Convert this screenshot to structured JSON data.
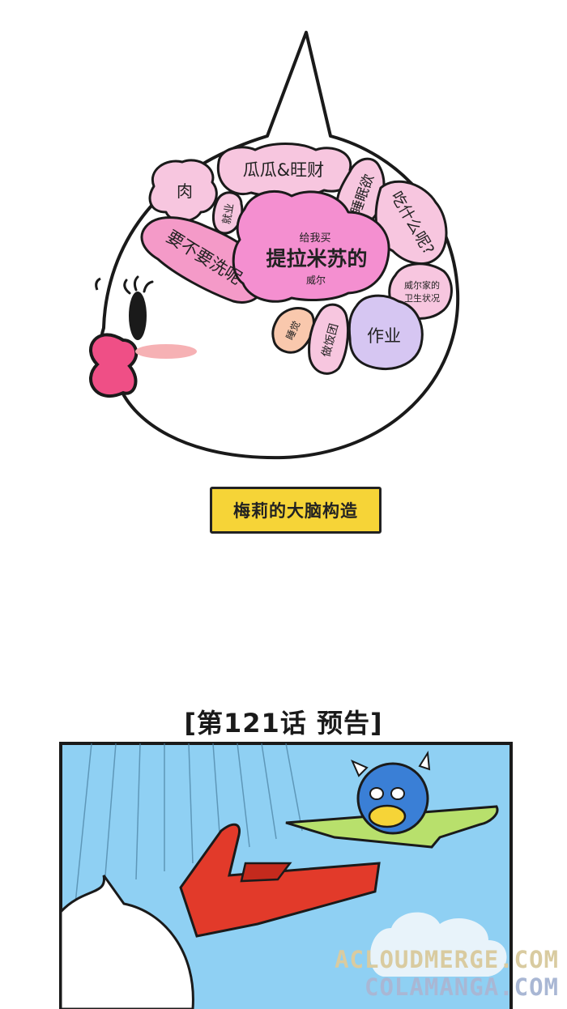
{
  "brain": {
    "regions": {
      "meat": "肉",
      "guagua_wangcai": "瓜瓜&旺财",
      "appetite_for_sleep": "睡眠欲",
      "what_to_eat": "吃什么呢?",
      "employment": "就业",
      "bath": "要不要洗呢",
      "tiramisu_top": "给我买",
      "tiramisu_main": "提拉米苏的",
      "tiramisu_bottom": "威尔",
      "hygiene_line1": "威尔家的",
      "hygiene_line2": "卫生状况",
      "sleep": "睡觉",
      "cook": "做饭团",
      "homework": "作业"
    },
    "colors": {
      "pink_light": "#f7c6df",
      "pink_mid": "#f49ac8",
      "pink_strong": "#f48fd0",
      "peach": "#f9c8ad",
      "lavender": "#d6c6f2",
      "lips": "#ef4f86",
      "blush": "#f6b1b4"
    }
  },
  "caption": "梅莉的大脑构造",
  "preview_title": "[第121话 预告]",
  "watermark": {
    "line1": "ACLOUDMERGE.COM",
    "line2": "COLAMANGA.COM"
  }
}
